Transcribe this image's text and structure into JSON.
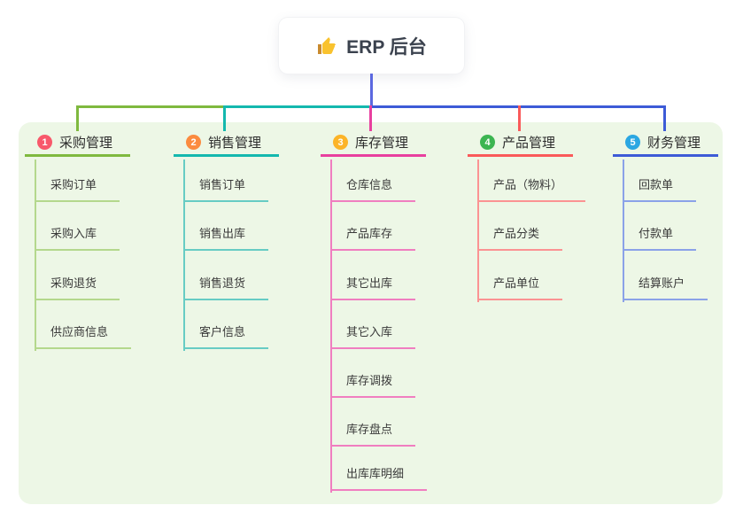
{
  "root": {
    "label": "ERP 后台",
    "icon": "thumbs-up-icon",
    "icon_color": "#f9c22e"
  },
  "panel_color": "#edf7e6",
  "connector": {
    "root_line_color": "#5b68e0"
  },
  "branches": [
    {
      "badge": "1",
      "label": "采购管理",
      "badge_color": "#f8596b",
      "line_color": "#7fb93f",
      "child_line_color": "#b4d88d",
      "children": [
        "采购订单",
        "采购入库",
        "采购退货",
        "供应商信息"
      ]
    },
    {
      "badge": "2",
      "label": "销售管理",
      "badge_color": "#fb8b3f",
      "line_color": "#14b8ae",
      "child_line_color": "#67ccc4",
      "children": [
        "销售订单",
        "销售出库",
        "销售退货",
        "客户信息"
      ]
    },
    {
      "badge": "3",
      "label": "库存管理",
      "badge_color": "#fcb428",
      "line_color": "#e8409f",
      "child_line_color": "#f07ec0",
      "children": [
        "仓库信息",
        "产品库存",
        "其它出库",
        "其它入库",
        "库存调拨",
        "库存盘点",
        "出库库明细"
      ]
    },
    {
      "badge": "4",
      "label": "产品管理",
      "badge_color": "#3cb551",
      "line_color": "#fa5a5a",
      "child_line_color": "#fb9393",
      "children": [
        "产品（物料）",
        "产品分类",
        "产品单位"
      ]
    },
    {
      "badge": "5",
      "label": "财务管理",
      "badge_color": "#2ba7e2",
      "line_color": "#3d5bd7",
      "child_line_color": "#8ba2e8",
      "children": [
        "回款单",
        "付款单",
        "结算账户"
      ]
    }
  ]
}
